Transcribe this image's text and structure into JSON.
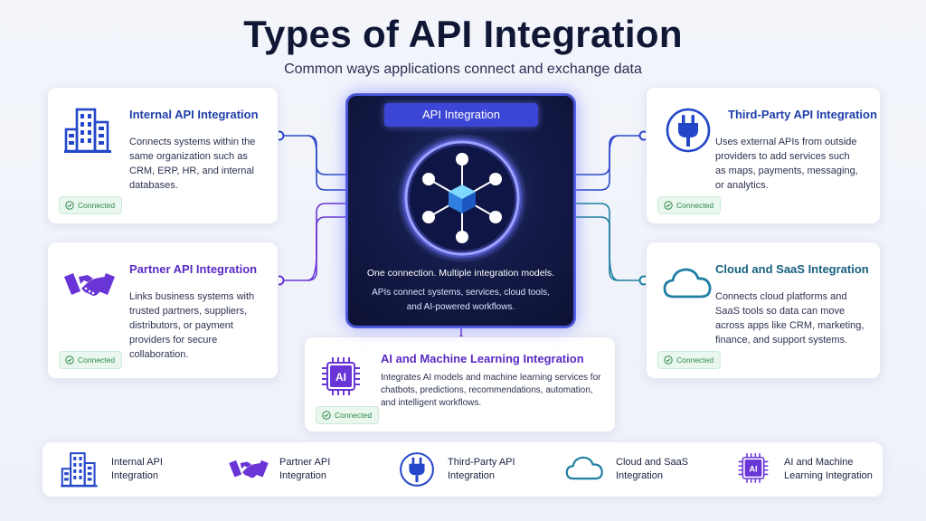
{
  "header": {
    "title": "Types of API Integration",
    "subtitle": "Common ways applications connect and exchange data"
  },
  "hub": {
    "label": "API Integration",
    "tagline": "One connection. Multiple integration models.",
    "description_line1": "APIs connect systems, services, cloud tools,",
    "description_line2": "and AI-powered workflows."
  },
  "cards": {
    "internal": {
      "title": "Internal API Integration",
      "description": "Connects systems within the same organization such as CRM, ERP, HR, and internal databases.",
      "badge": "Connected",
      "icon": "building-icon"
    },
    "partner": {
      "title": "Partner API Integration",
      "description": "Links business systems with trusted partners, suppliers, distributors, or payment providers for secure collaboration.",
      "badge": "Connected",
      "icon": "handshake-icon"
    },
    "third_party": {
      "title": "Third-Party API Integration",
      "description": "Uses external APIs from outside providers to add services such as maps, payments, messaging, or analytics.",
      "badge": "Connected",
      "icon": "plug-icon"
    },
    "cloud": {
      "title": "Cloud and SaaS Integration",
      "description": "Connects cloud platforms and SaaS tools so data can move across apps like CRM, marketing, finance, and support systems.",
      "badge": "Connected",
      "icon": "cloud-icon"
    },
    "ai": {
      "title": "AI and Machine Learning Integration",
      "description": "Integrates AI models and machine learning services for chatbots, predictions, recommendations, automation, and intelligent workflows.",
      "badge": "Connected",
      "icon": "ai-chip-icon",
      "chip_text": "AI"
    }
  },
  "legend": [
    {
      "line1": "Internal API",
      "line2": "Integration",
      "icon": "building-icon"
    },
    {
      "line1": "Partner API",
      "line2": "Integration",
      "icon": "handshake-icon"
    },
    {
      "line1": "Third-Party API",
      "line2": "Integration",
      "icon": "plug-icon"
    },
    {
      "line1": "Cloud and SaaS",
      "line2": "Integration",
      "icon": "cloud-icon"
    },
    {
      "line1": "AI and Machine",
      "line2": "Learning Integration",
      "icon": "ai-chip-icon",
      "chip_text": "AI"
    }
  ],
  "colors": {
    "blue": "#2447c9",
    "purple": "#6a35d6",
    "teal": "#1e7fa3",
    "hub_bg": "#141b48",
    "badge_green": "#2f8a4a"
  }
}
